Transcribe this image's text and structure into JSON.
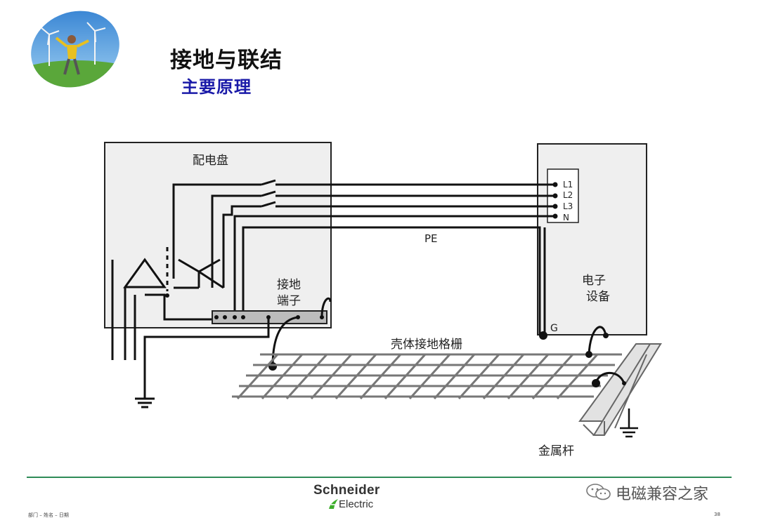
{
  "header": {
    "title": "接地与联结",
    "subtitle": "主要原理"
  },
  "diagram": {
    "panel_label": "配电盘",
    "terminal_label_line1": "接地",
    "terminal_label_line2": "端子",
    "equipment_label_line1": "电子",
    "equipment_label_line2": "设备",
    "pe_label": "PE",
    "g_label": "G",
    "grid_label": "壳体接地格栅",
    "rod_label": "金属杆",
    "conductors": [
      "L1",
      "L2",
      "L3",
      "N"
    ]
  },
  "footer": {
    "left_text": "部门 – 姓名 – 日期",
    "page_number": "38",
    "brand_name": "Schneider",
    "brand_sub": "Electric",
    "watermark": "电磁兼容之家"
  },
  "colors": {
    "subtitle": "#1a1aa8",
    "footer_line": "#2e8b57",
    "panel_fill": "#efefef",
    "brand_green": "#3dae2b"
  }
}
